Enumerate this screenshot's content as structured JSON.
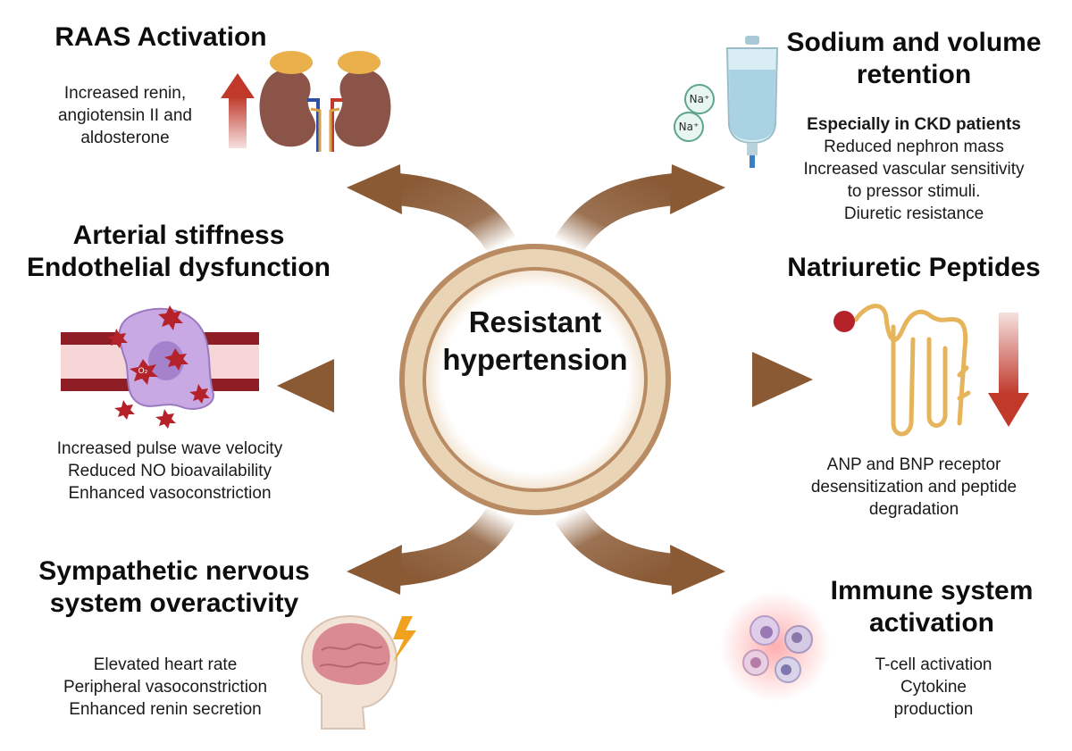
{
  "center": {
    "line1": "Resistant",
    "line2": "hypertension"
  },
  "raas": {
    "heading": "RAAS Activation",
    "lines": [
      "Increased renin,",
      "angiotensin II and",
      "aldosterone"
    ]
  },
  "sodium": {
    "heading_lines": [
      "Sodium and volume",
      "retention"
    ],
    "subheading": "Especially in CKD patients",
    "lines": [
      "Reduced nephron mass",
      "Increased vascular sensitivity",
      "to pressor stimuli.",
      "Diuretic resistance"
    ],
    "ion_labels": [
      "Na⁺",
      "Na⁺"
    ]
  },
  "arterial": {
    "heading_lines": [
      "Arterial stiffness",
      "Endothelial dysfunction"
    ],
    "lines": [
      "Increased pulse wave velocity",
      "Reduced NO bioavailability",
      "Enhanced vasoconstriction"
    ],
    "particle_label": "O₂"
  },
  "natriuretic": {
    "heading": "Natriuretic Peptides",
    "lines": [
      "ANP and BNP receptor",
      "desensitization and peptide",
      "degradation"
    ]
  },
  "sympathetic": {
    "heading_lines": [
      "Sympathetic nervous",
      "system overactivity"
    ],
    "lines": [
      "Elevated heart rate",
      "Peripheral vasoconstriction",
      "Enhanced renin secretion"
    ]
  },
  "immune": {
    "heading_lines": [
      "Immune system",
      "activation"
    ],
    "lines": [
      "T-cell activation",
      "Cytokine",
      "production"
    ]
  },
  "colors": {
    "arrow": "#8a5a35",
    "ring_outer": "#b88b62",
    "ring_fill": "#ead4b6",
    "up_arrow": "#c0392b",
    "down_arrow": "#c0392b"
  },
  "icons": {
    "raas": [
      "up-arrow-icon",
      "kidneys-icon"
    ],
    "sodium": [
      "sodium-ion-icon",
      "iv-bag-icon"
    ],
    "arterial": [
      "blood-vessel-icon",
      "oxidative-particle-icon"
    ],
    "natriuretic": [
      "nephron-icon",
      "down-arrow-icon"
    ],
    "sympathetic": [
      "brain-head-icon",
      "lightning-icon"
    ],
    "immune": [
      "immune-cells-icon"
    ]
  }
}
